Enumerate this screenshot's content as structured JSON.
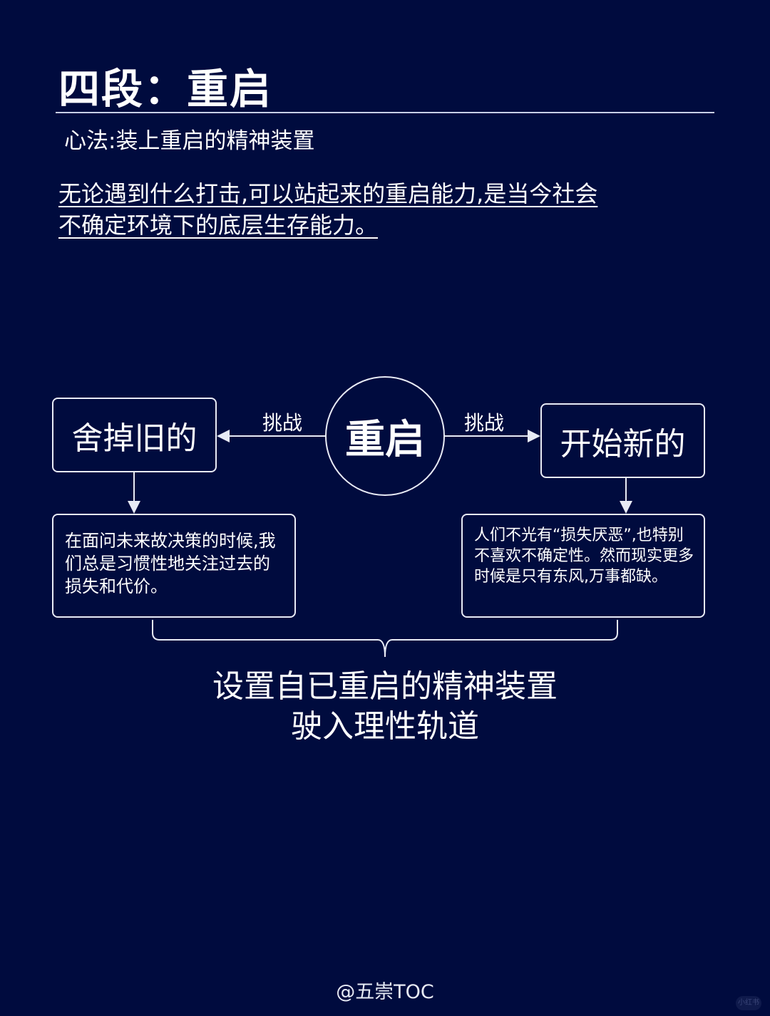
{
  "header": {
    "title": "四段：重启",
    "subtitle": "心法:装上重启的精神装置",
    "quote_line1": "无论遇到什么打击,可以站起来的重启能力,是当今社会",
    "quote_line2": "不确定环境下的底层生存能力。"
  },
  "diagram": {
    "center": "重启",
    "left_edge_label": "挑战",
    "right_edge_label": "挑战",
    "left_node": "舍掉旧的",
    "right_node": "开始新的",
    "left_desc": "在面问未来故决策的时候,我们总是习惯性地关注过去的损失和代价。",
    "right_desc": "人们不光有“损失厌恶”,也特别不喜欢不确定性。然而现实更多时候是只有东风,万事都缺。",
    "conclusion_line1": "设置自已重启的精神装置",
    "conclusion_line2": "驶入理性轨道"
  },
  "footer": {
    "author": "@五崇TOC",
    "watermark": "小红书"
  },
  "colors": {
    "background": "#000b3e",
    "foreground": "#ffffff",
    "stroke": "#e8ebf5"
  }
}
